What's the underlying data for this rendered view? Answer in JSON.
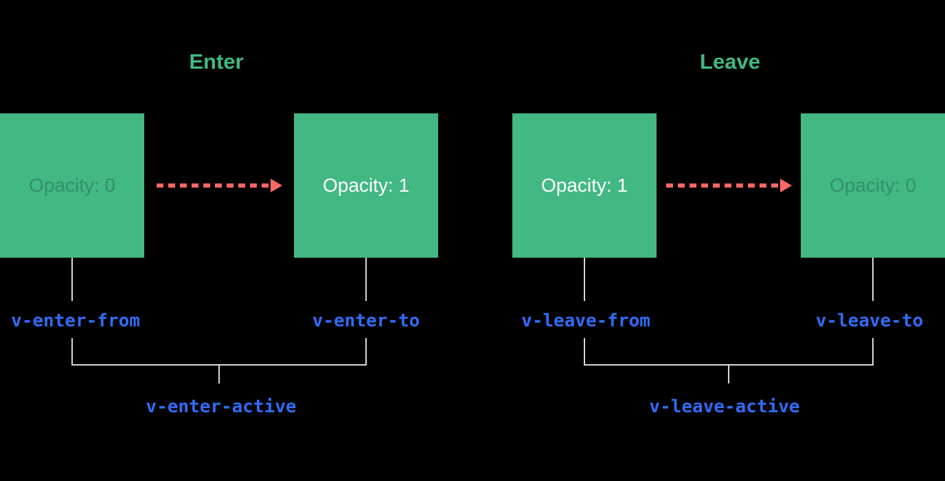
{
  "diagram": {
    "background_color": "#000000",
    "colors": {
      "box_green": "#42b883",
      "title_green": "#42b883",
      "class_label_blue": "#2f6cf6",
      "arrow_red": "#ff6666",
      "connector_gray": "#d9d9d9",
      "bright_box_text": "#ffffff"
    },
    "enter": {
      "title": "Enter",
      "from_box_label": "Opacity: 0",
      "to_box_label": "Opacity: 1",
      "from_class": "v-enter-from",
      "to_class": "v-enter-to",
      "active_class": "v-enter-active"
    },
    "leave": {
      "title": "Leave",
      "from_box_label": "Opacity: 1",
      "to_box_label": "Opacity: 0",
      "from_class": "v-leave-from",
      "to_class": "v-leave-to",
      "active_class": "v-leave-active"
    }
  }
}
